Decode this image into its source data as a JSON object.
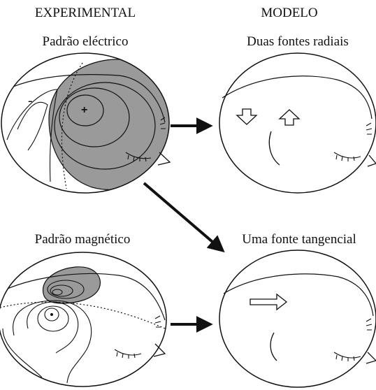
{
  "columns": {
    "experimental": "EXPERIMENTAL",
    "modelo": "MODELO"
  },
  "panels": {
    "electric_pattern": "Padrão eléctrico",
    "two_radial_sources": "Duas fontes radiais",
    "magnetic_pattern": "Padrão magnético",
    "one_tangential_source": "Uma fonte tangencial"
  },
  "symbols": {
    "negative": "-",
    "positive": "+"
  },
  "colors": {
    "shaded_region": "#9a9a9a",
    "ink": "#111111"
  }
}
